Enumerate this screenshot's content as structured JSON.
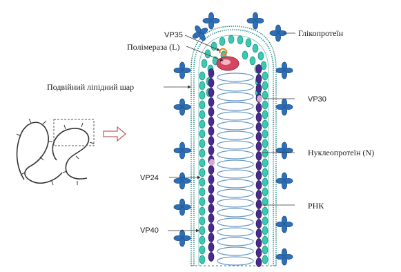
{
  "labels": {
    "vp35": "VP35",
    "polymerase": "Полімераза (L)",
    "glycoprotein": "Глікопротеїн",
    "lipid_bilayer": "Подвійний ліпідний шар",
    "vp30": "VP30",
    "nucleoprotein": "Нуклеопротеїн (N)",
    "vp24": "VP24",
    "rna": "РНК",
    "vp40": "VP40"
  },
  "colors": {
    "membrane": "#2e8b8b",
    "matrix_beads": "#3cc9b3",
    "glycoprotein": "#2f6fb5",
    "nucleocapsid": "#4a2a8c",
    "rna_coil": "#6a9ac8",
    "polymerase": "#d64561",
    "vp35": "#e58a2a",
    "vp30": "#c8a0c8",
    "arrow": "#c06060"
  }
}
